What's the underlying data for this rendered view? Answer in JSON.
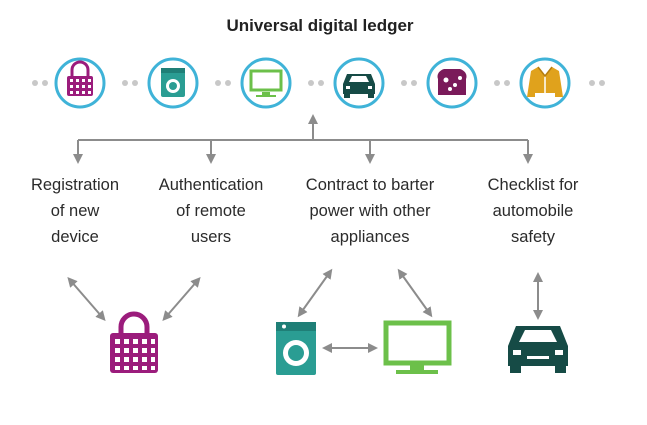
{
  "title": "Universal digital ledger",
  "ledger_icons": [
    {
      "icon": "padlock-icon",
      "color": "#9b1c7c"
    },
    {
      "icon": "washing-machine-icon",
      "color": "#2a9d93"
    },
    {
      "icon": "television-icon",
      "color": "#6cc04a"
    },
    {
      "icon": "car-icon",
      "color": "#164b46"
    },
    {
      "icon": "toast-icon",
      "color": "#7a1a5a"
    },
    {
      "icon": "jacket-icon",
      "color": "#e0a21c"
    }
  ],
  "functions": [
    {
      "lines": [
        "Registration",
        "of new",
        "device"
      ]
    },
    {
      "lines": [
        "Authentication",
        "of remote",
        "users"
      ]
    },
    {
      "lines": [
        "Contract to barter",
        "power with other",
        "appliances"
      ]
    },
    {
      "lines": [
        "Checklist for",
        "automobile",
        "safety"
      ]
    }
  ],
  "colors": {
    "ring": "#3fb3d8",
    "dots": "#c8c8c8",
    "arrows": "#8c8c8c",
    "lock": "#9b1c7c",
    "washer": "#2a9d93",
    "tv": "#6cc04a",
    "car": "#164b46"
  }
}
